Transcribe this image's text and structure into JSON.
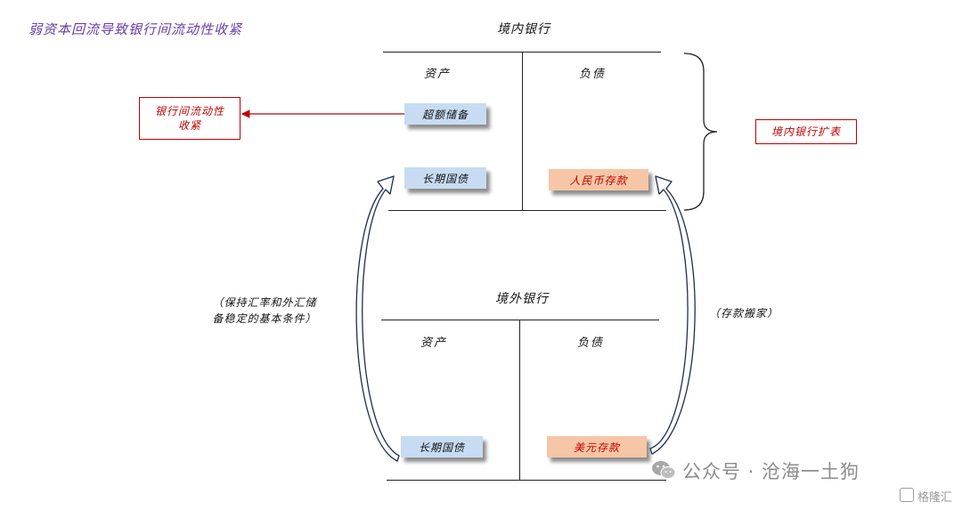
{
  "title": "弱资本回流导致银行间流动性收紧",
  "domestic": {
    "title": "境内银行",
    "assets_label": "资产",
    "liabilities_label": "负债",
    "excess_reserves": "超额储备",
    "long_bonds": "长期国债",
    "rmb_deposits": "人民币存款",
    "expansion_label": "境内银行扩表"
  },
  "foreign": {
    "title": "境外银行",
    "assets_label": "资产",
    "liabilities_label": "负债",
    "long_bonds": "长期国债",
    "usd_deposits": "美元存款"
  },
  "liquidity_box": {
    "line1": "银行间流动性",
    "line2": "收紧"
  },
  "left_note": {
    "line1": "（保持汇率和外汇储",
    "line2": "备稳定的基本条件）"
  },
  "right_note": "（存款搬家）",
  "watermark": {
    "text": "公众号 · 沧海一土狗",
    "sub": "格隆汇"
  },
  "colors": {
    "accent_purple": "#6a3aa8",
    "red": "#c00000",
    "blue_box": "#c7dcf2",
    "orange_box": "#f6c6a6",
    "navy_arrow": "#1f2d4f"
  }
}
